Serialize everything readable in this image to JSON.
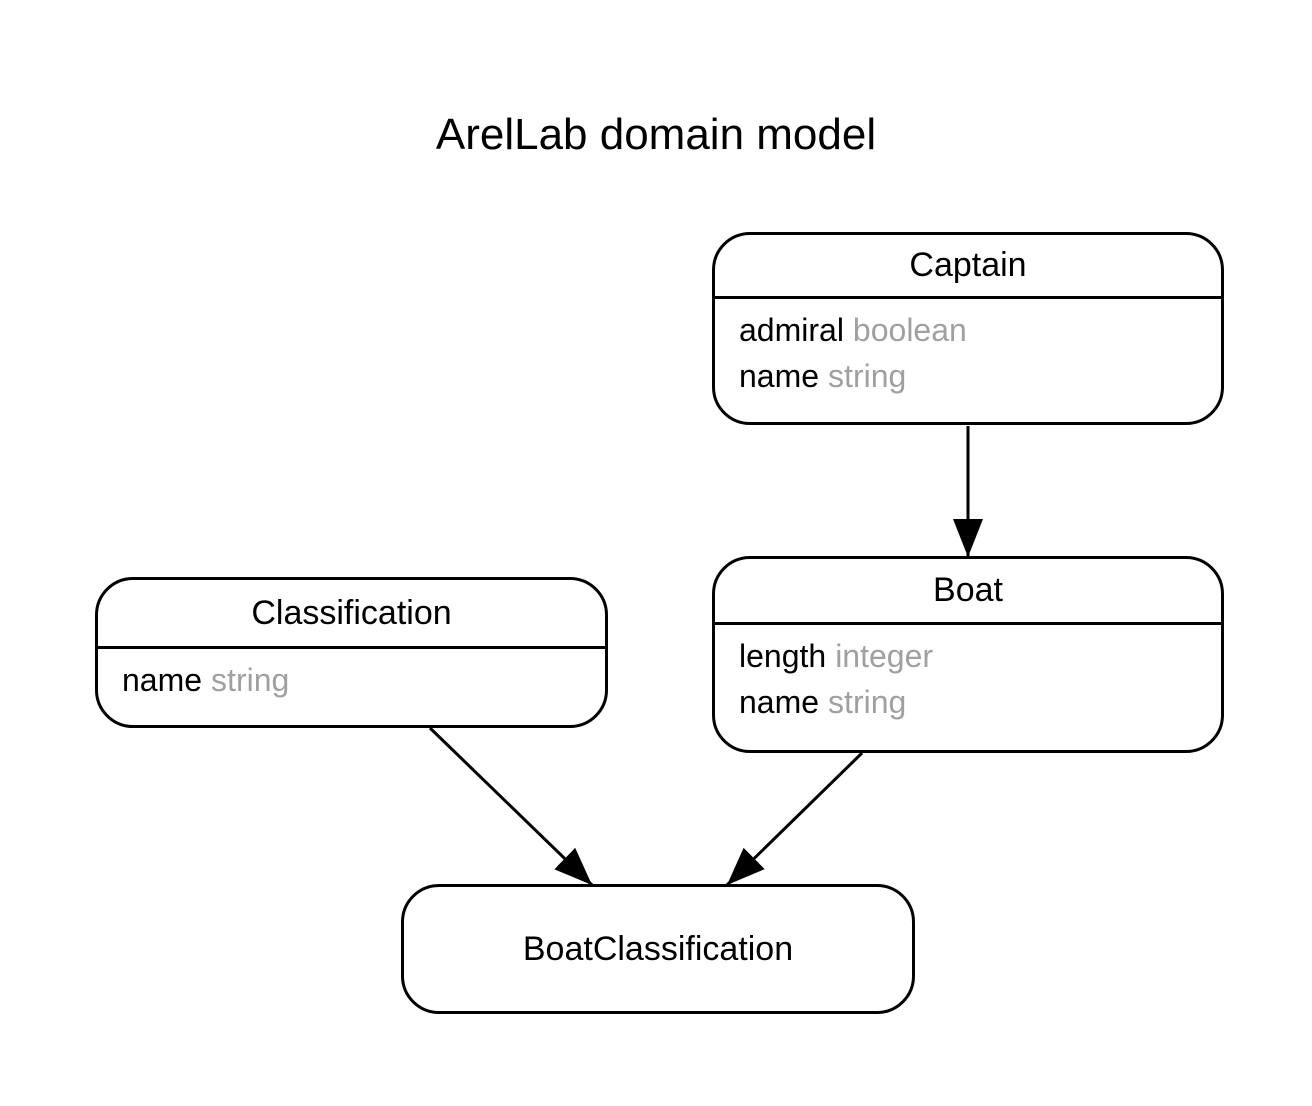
{
  "title": "ArelLab domain model",
  "colors": {
    "stroke": "#000000",
    "attribute_name_text": "#000000",
    "attribute_type_text": "#a0a0a0",
    "background": "#ffffff"
  },
  "entities": [
    {
      "name": "Captain",
      "attributes": [
        {
          "name": "admiral",
          "type": "boolean"
        },
        {
          "name": "name",
          "type": "string"
        }
      ]
    },
    {
      "name": "Boat",
      "attributes": [
        {
          "name": "length",
          "type": "integer"
        },
        {
          "name": "name",
          "type": "string"
        }
      ]
    },
    {
      "name": "Classification",
      "attributes": [
        {
          "name": "name",
          "type": "string"
        }
      ]
    },
    {
      "name": "BoatClassification",
      "attributes": []
    }
  ],
  "relationships": [
    {
      "from": "Captain",
      "to": "Boat"
    },
    {
      "from": "Classification",
      "to": "BoatClassification"
    },
    {
      "from": "Boat",
      "to": "BoatClassification"
    }
  ]
}
